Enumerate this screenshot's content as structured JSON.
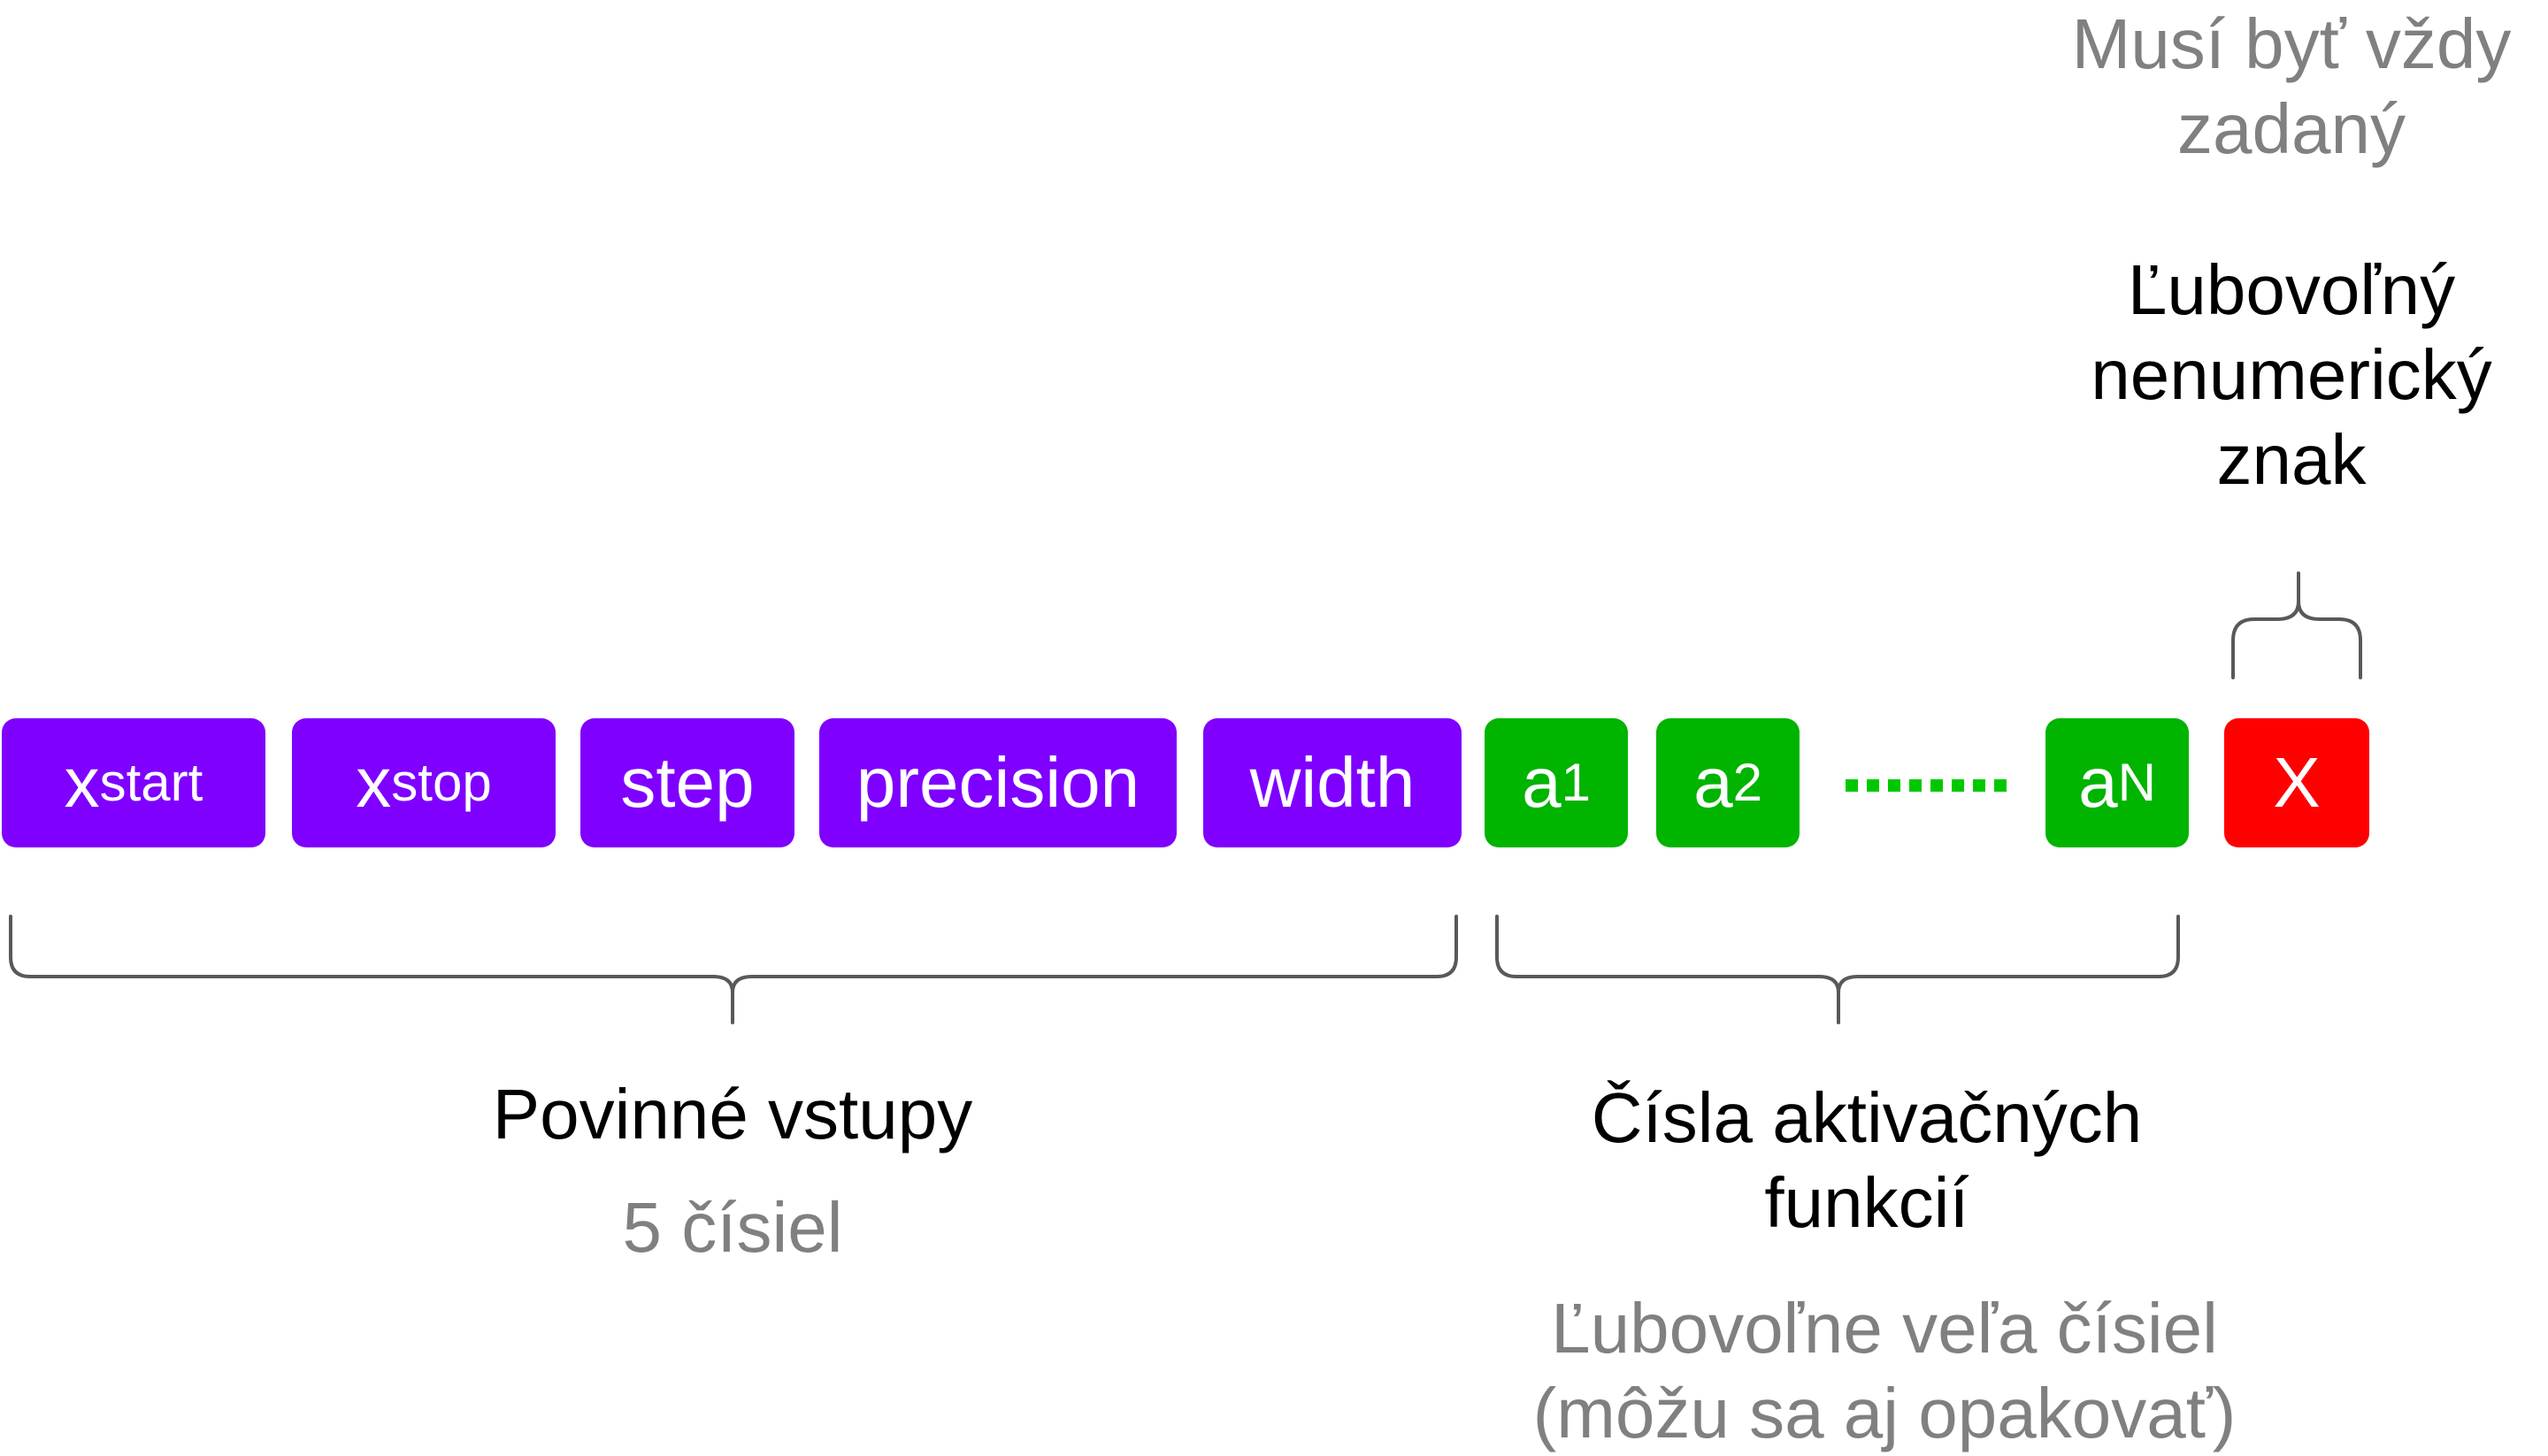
{
  "colors": {
    "required": "#7f00ff",
    "activation": "#00b400",
    "terminator": "#ff0000",
    "bracket": "#595959",
    "dots": "#00c800",
    "secondary_text": "#808080"
  },
  "boxes": {
    "x_start": {
      "base": "x",
      "sub": "start"
    },
    "x_stop": {
      "base": "x",
      "sub": "stop"
    },
    "step": "step",
    "precision": "precision",
    "width": "width",
    "a1": {
      "base": "a",
      "sub": "1"
    },
    "a2": {
      "base": "a",
      "sub": "2"
    },
    "aN": {
      "base": "a",
      "sub": "N"
    },
    "terminator": "X"
  },
  "groups": {
    "required": {
      "title": "Povinné vstupy",
      "note": "5 čísiel"
    },
    "activation": {
      "title_line1": "Čísla aktivačných",
      "title_line2": "funkcií",
      "note_line1": "Ľubovoľne veľa čísiel",
      "note_line2": "(môžu sa aj opakovať)"
    },
    "terminator": {
      "note_line1": "Musí byť vždy",
      "note_line2": "zadaný",
      "title_line1": "Ľubovoľný",
      "title_line2": "nenumerický",
      "title_line3": "znak"
    }
  }
}
